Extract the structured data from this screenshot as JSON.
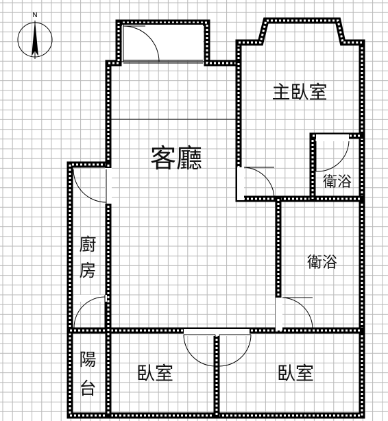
{
  "compass": {
    "north_label": "N"
  },
  "rooms": {
    "living_room": "客廳",
    "master_bedroom": "主臥室",
    "ensuite_bath": "衛浴",
    "bathroom": "衛浴",
    "kitchen_line1": "廚",
    "kitchen_line2": "房",
    "balcony_line1": "陽",
    "balcony_line2": "台",
    "bedroom_left": "臥室",
    "bedroom_right": "臥室"
  }
}
